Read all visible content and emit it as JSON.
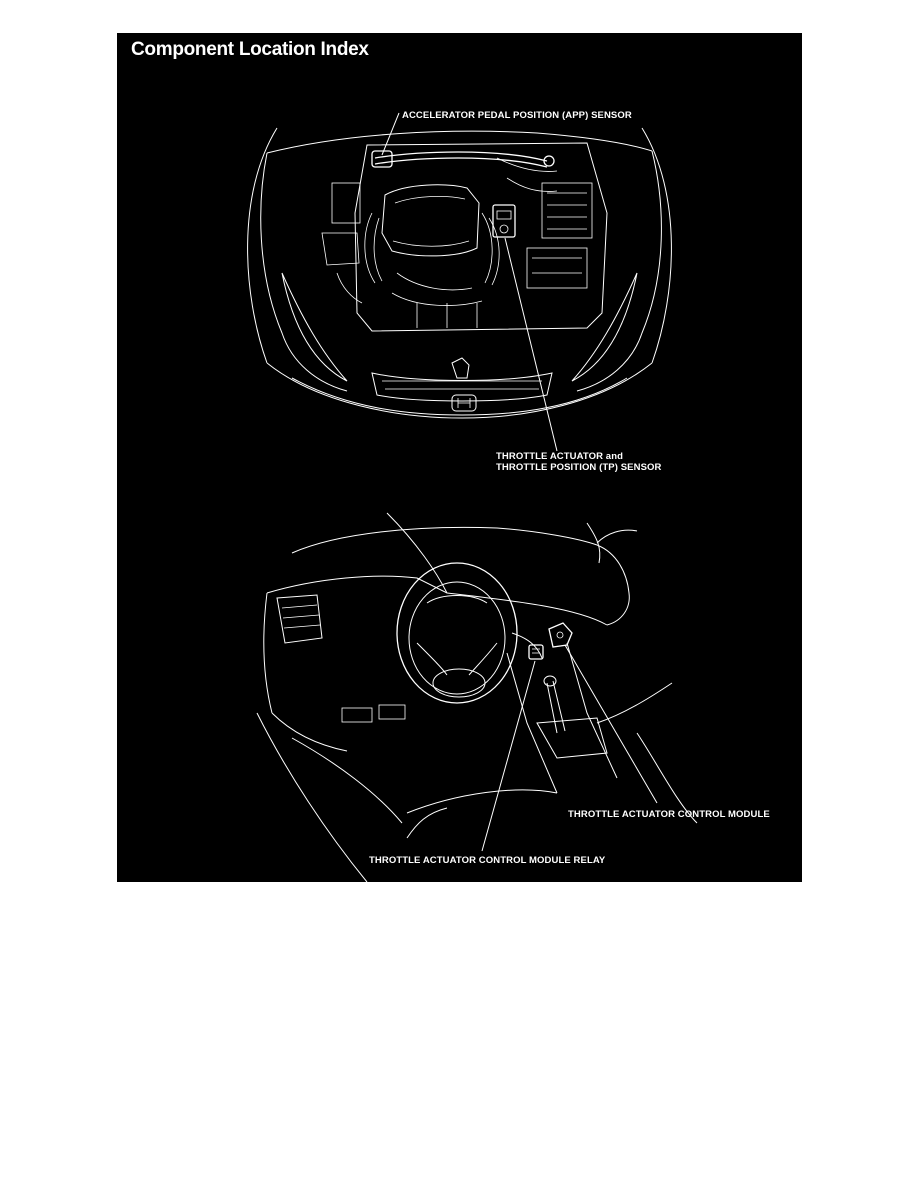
{
  "header": {
    "title": "Component Location Index"
  },
  "callouts": {
    "app_sensor": "ACCELERATOR PEDAL POSITION (APP) SENSOR",
    "throttle_actuator_line1": "THROTTLE ACTUATOR and",
    "throttle_actuator_line2": "THROTTLE POSITION (TP) SENSOR",
    "control_module": "THROTTLE ACTUATOR CONTROL MODULE",
    "control_module_relay": "THROTTLE ACTUATOR CONTROL MODULE RELAY"
  },
  "colors": {
    "background": "#000000",
    "ink": "#ffffff",
    "page": "#ffffff"
  }
}
